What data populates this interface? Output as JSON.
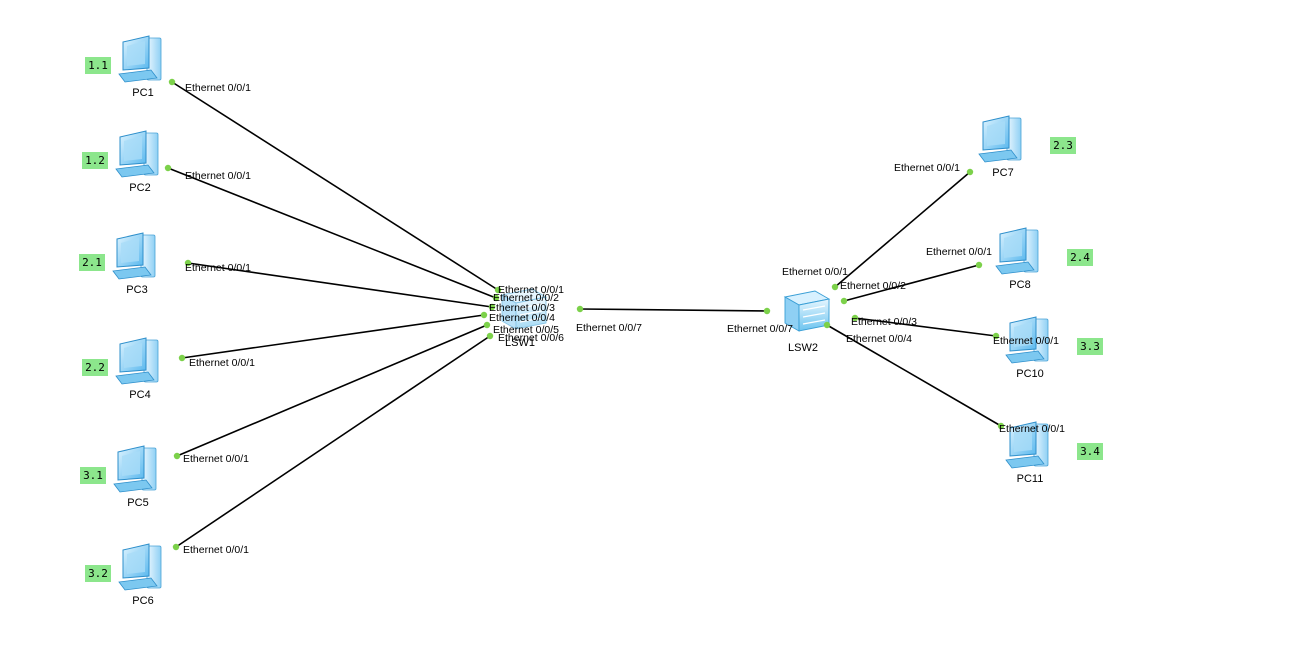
{
  "colors": {
    "link": "#000000",
    "port_dot": "#7cd14a",
    "tag_background": "#8ce68c",
    "pc_icon": "#5ab8ee",
    "switch_icon": "#6cc4ef"
  },
  "devices": [
    {
      "id": "PC1",
      "label": "PC1",
      "icon": "pc-icon",
      "tag": "1.1"
    },
    {
      "id": "PC2",
      "label": "PC2",
      "icon": "pc-icon",
      "tag": "1.2"
    },
    {
      "id": "PC3",
      "label": "PC3",
      "icon": "pc-icon",
      "tag": "2.1"
    },
    {
      "id": "PC4",
      "label": "PC4",
      "icon": "pc-icon",
      "tag": "2.2"
    },
    {
      "id": "PC5",
      "label": "PC5",
      "icon": "pc-icon",
      "tag": "3.1"
    },
    {
      "id": "PC6",
      "label": "PC6",
      "icon": "pc-icon",
      "tag": "3.2"
    },
    {
      "id": "PC7",
      "label": "PC7",
      "icon": "pc-icon",
      "tag": "2.3"
    },
    {
      "id": "PC8",
      "label": "PC8",
      "icon": "pc-icon",
      "tag": "2.4"
    },
    {
      "id": "PC10",
      "label": "PC10",
      "icon": "pc-icon",
      "tag": "3.3"
    },
    {
      "id": "PC11",
      "label": "PC11",
      "icon": "pc-icon",
      "tag": "3.4"
    },
    {
      "id": "LSW1",
      "label": "LSW1",
      "icon": "switch-icon",
      "tag": ""
    },
    {
      "id": "LSW2",
      "label": "LSW2",
      "icon": "switch-icon",
      "tag": ""
    }
  ],
  "links": [
    {
      "from": "PC1",
      "from_port": "Ethernet 0/0/1",
      "to": "LSW1",
      "to_port": "Ethernet 0/0/1"
    },
    {
      "from": "PC2",
      "from_port": "Ethernet 0/0/1",
      "to": "LSW1",
      "to_port": "Ethernet 0/0/2"
    },
    {
      "from": "PC3",
      "from_port": "Ethernet 0/0/1",
      "to": "LSW1",
      "to_port": "Ethernet 0/0/3"
    },
    {
      "from": "PC4",
      "from_port": "Ethernet 0/0/1",
      "to": "LSW1",
      "to_port": "Ethernet 0/0/4"
    },
    {
      "from": "PC5",
      "from_port": "Ethernet 0/0/1",
      "to": "LSW1",
      "to_port": "Ethernet 0/0/5"
    },
    {
      "from": "PC6",
      "from_port": "Ethernet 0/0/1",
      "to": "LSW1",
      "to_port": "Ethernet 0/0/6"
    },
    {
      "from": "LSW1",
      "from_port": "Ethernet 0/0/7",
      "to": "LSW2",
      "to_port": "Ethernet 0/0/7"
    },
    {
      "from": "LSW2",
      "from_port": "Ethernet 0/0/1",
      "to": "PC7",
      "to_port": "Ethernet 0/0/1"
    },
    {
      "from": "LSW2",
      "from_port": "Ethernet 0/0/2",
      "to": "PC8",
      "to_port": "Ethernet 0/0/1"
    },
    {
      "from": "LSW2",
      "from_port": "Ethernet 0/0/3",
      "to": "PC10",
      "to_port": "Ethernet 0/0/1"
    },
    {
      "from": "LSW2",
      "from_port": "Ethernet 0/0/4",
      "to": "PC11",
      "to_port": "Ethernet 0/0/1"
    }
  ]
}
